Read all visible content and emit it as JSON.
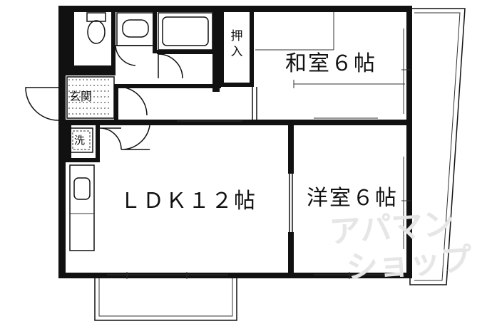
{
  "rooms": {
    "washitsu": "和室６帖",
    "oshiire": "押入",
    "genkan": "玄関",
    "sen": "洗",
    "ldk": "ＬＤＫ１２帖",
    "youshitsu": "洋室６帖"
  },
  "watermark": {
    "line1": "アパマン",
    "line2": "ショップ"
  }
}
